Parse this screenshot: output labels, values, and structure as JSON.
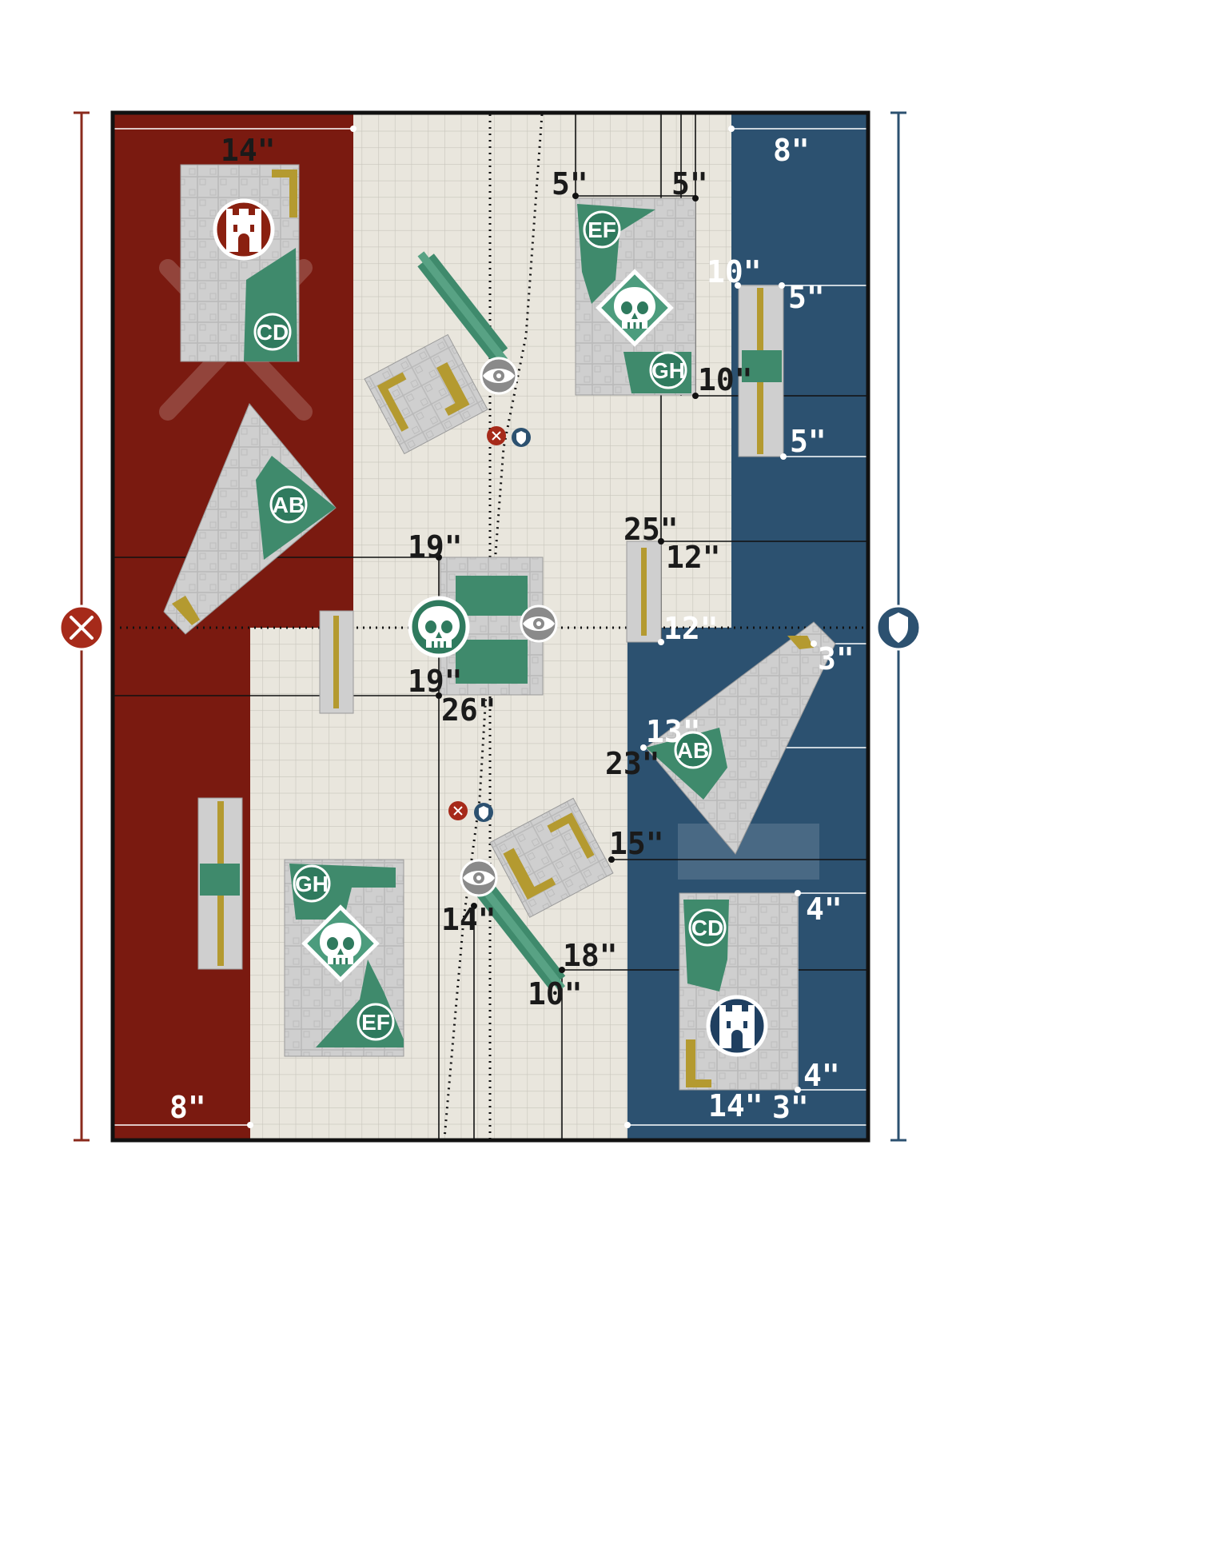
{
  "map": {
    "colors": {
      "red_zone": "#7a1a10",
      "blue_zone": "#2c5170",
      "mat": "#e9e6dd",
      "grid": "#c8c5bc",
      "ruin_green": "#3f8a6c",
      "ruin_stone": "#cfcfcf",
      "wall_gold": "#b49a30",
      "objective": "#2f7a5e",
      "border": "#111111"
    },
    "measurements": {
      "red_top": "14\"",
      "blue_top": "8\"",
      "ef_left": "5\"",
      "ef_right": "5\"",
      "gh_ef": "10\"",
      "wall_tr_left": "10\"",
      "wall_tr_top": "5\"",
      "wall_tr_bottom": "5\"",
      "mid_right_top": "25\"",
      "mid_right_a": "12\"",
      "mid_right_b": "12\"",
      "center_top": "19\"",
      "center_bottom": "19\"",
      "center_26": "26\"",
      "right_tri_3": "3\"",
      "right_tri_13": "13\"",
      "right_tri_23": "23\"",
      "lower_ruin_15": "15\"",
      "lower_14": "14\"",
      "lower_18": "18\"",
      "lower_10": "10\"",
      "br_4_top": "4\"",
      "br_4_bottom": "4\"",
      "br_14": "14\"",
      "br_3": "3\"",
      "red_bottom": "8\""
    },
    "tags": {
      "ef_top": "EF",
      "gh_top": "GH",
      "cd_top": "CD",
      "ab_left": "AB",
      "ab_right": "AB",
      "gh_bottom": "GH",
      "ef_bottom": "EF",
      "cd_bottom": "CD"
    },
    "icons": {
      "attacker": "crossed-swords-icon",
      "defender": "shield-icon",
      "red_fortress": "castle-icon",
      "blue_fortress": "castle-icon",
      "objective": "skull-icon",
      "vision": "eye-icon"
    }
  }
}
